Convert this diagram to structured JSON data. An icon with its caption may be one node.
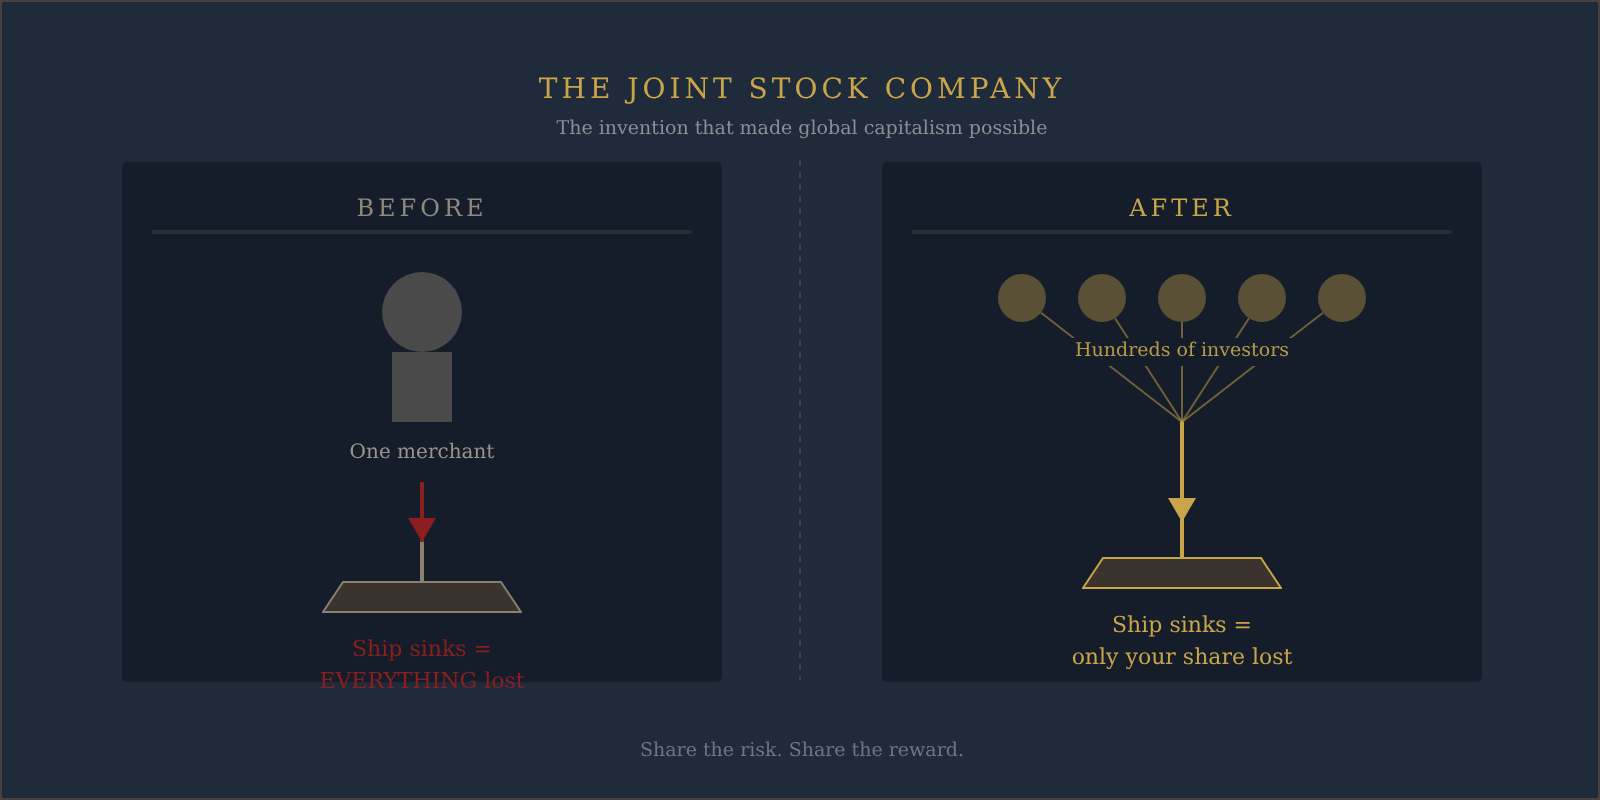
{
  "diagram": {
    "title": "THE JOINT STOCK COMPANY",
    "caption": "Share the risk. Share the reward.",
    "nodes": [
      {
        "text": [
          "BEFORE"
        ]
      },
      {
        "text": [
          "One merchant"
        ],
        "in": 0
      },
      {
        "text": [],
        "shape": "ship",
        "in": 0,
        "beside": [
          "Ship sinks = EVERYTHING lost"
        ]
      },
      {
        "text": [
          "AFTER"
        ]
      },
      {
        "text": [],
        "shape": "circle",
        "in": 3
      },
      {
        "text": [],
        "shape": "circle",
        "in": 3
      },
      {
        "text": [],
        "shape": "circle",
        "in": 3
      },
      {
        "text": [],
        "shape": "circle",
        "in": 3
      },
      {
        "text": [],
        "shape": "circle",
        "in": 3
      },
      {
        "text": [],
        "shape": "ship",
        "in": 3,
        "beside": [
          "Ship sinks = only your share lost"
        ]
      }
    ],
    "edges": [
      {
        "from": 1,
        "to": 2,
        "arrow": "to",
        "color": "#8b1e1e"
      },
      {
        "from": 4,
        "to": 9,
        "arrow": "to"
      },
      {
        "from": 5,
        "to": 9,
        "arrow": "to"
      },
      {
        "from": 6,
        "to": 9,
        "arrow": "to"
      },
      {
        "from": 7,
        "to": 9,
        "arrow": "to"
      },
      {
        "from": 8,
        "to": 9,
        "arrow": "to"
      }
    ],
    "labels": [
      "The invention that made global capitalism possible",
      "Hundreds of investors"
    ]
  }
}
